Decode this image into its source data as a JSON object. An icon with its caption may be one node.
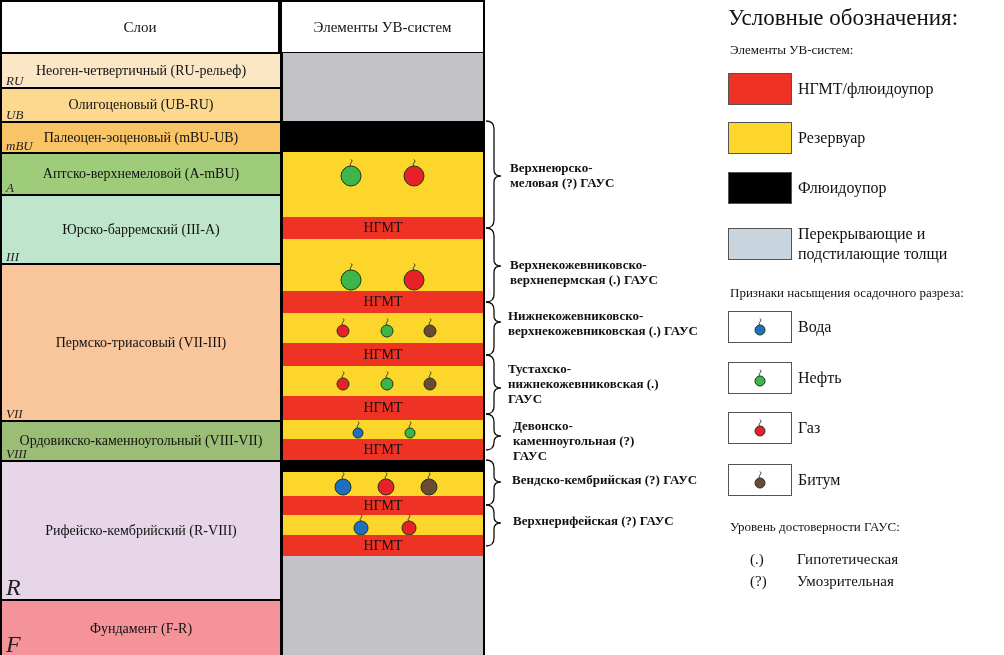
{
  "diagram": {
    "nodes": [
      {
        "text": [
          "Слои"
        ]
      },
      {
        "text": [
          "Элементы УВ-систем"
        ]
      },
      {
        "text": [
          "Неоген-четвертичный (RU-рельеф)",
          "RU"
        ]
      },
      {
        "text": [
          "Олигоценовый (UB-RU)",
          "UB"
        ]
      },
      {
        "text": [
          "Палеоцен-эоценовый (mBU-UB)",
          "mBU"
        ]
      },
      {
        "text": [
          "Аптско-верхнемеловой (A-mBU)",
          "A"
        ]
      },
      {
        "text": [
          "Юрско-барремский (III-A)",
          "III"
        ]
      },
      {
        "text": [
          "Пермско-триасовый (VII-III)",
          "VII"
        ]
      },
      {
        "text": [
          "Ордовикско-каменноугольный (VIII-VII)",
          "VIII"
        ]
      },
      {
        "text": [
          "Рифейско-кембрийский (R-VIII)",
          "R"
        ]
      },
      {
        "text": [
          "Фундамент (F-R)",
          "F"
        ]
      },
      {
        "text": [],
        "shape": "bar"
      },
      {
        "text": [],
        "shape": "bar"
      },
      {
        "text": [],
        "shape": "bar"
      },
      {
        "text": [],
        "shape": "bar"
      },
      {
        "text": [],
        "shape": "bar"
      },
      {
        "text": [
          "НГМТ"
        ]
      },
      {
        "text": [],
        "shape": "bar"
      },
      {
        "text": [],
        "shape": "bar"
      },
      {
        "text": [
          "НГМТ"
        ]
      },
      {
        "text": [],
        "shape": "bar"
      },
      {
        "text": [
          "НГМТ"
        ]
      },
      {
        "text": [],
        "shape": "bar"
      },
      {
        "text": [
          "НГМТ"
        ]
      },
      {
        "text": [],
        "shape": "bar"
      },
      {
        "text": [
          "НГМТ"
        ]
      },
      {
        "text": [],
        "shape": "bar"
      },
      {
        "text": [],
        "shape": "bar"
      },
      {
        "text": [
          "НГМТ"
        ]
      },
      {
        "text": [],
        "shape": "bar"
      },
      {
        "text": [
          "НГМТ"
        ]
      },
      {
        "text": [],
        "shape": "bar"
      },
      {
        "text": [],
        "shape": "bar"
      }
    ],
    "labels": [
      "Верхнеюрско-меловая (?) ГАУС",
      "Верхнекожевниковско-верхнепермская (.) ГАУС",
      "Нижнекожевниковско-верхнекожевниковская (.) ГАУС",
      "Тустахско-нижнекожевниковская (.) ГАУС",
      "Девонско-каменноугольная (?) ГАУС",
      "Вендско-кембрийская (?) ГАУС",
      "Верхнерифейская (?) ГАУС",
      "Условные обозначения:",
      "Элементы УВ-систем:",
      "Признаки насыщения осадочного разреза:",
      "Уровень достоверности ГАУС:",
      "(.)",
      "Гипотетическая",
      "(?)",
      "Умозрительная"
    ],
    "legend": [
      {
        "text": "НГМТ/флюидоупор",
        "color": "#ee3224"
      },
      {
        "text": "Резервуар",
        "color": "#fcd62a"
      },
      {
        "text": "Флюидоупор",
        "color": "#000000"
      },
      {
        "text": "Перекрывающие и подстилающие толщи",
        "color": "#c8d4de"
      },
      {
        "text": "Вода",
        "color": "#1f6fc0"
      },
      {
        "text": "Нефть",
        "color": "#3cb54a"
      },
      {
        "text": "Газ",
        "color": "#e8202a"
      },
      {
        "text": "Битум",
        "color": "#6b4a35"
      }
    ]
  }
}
